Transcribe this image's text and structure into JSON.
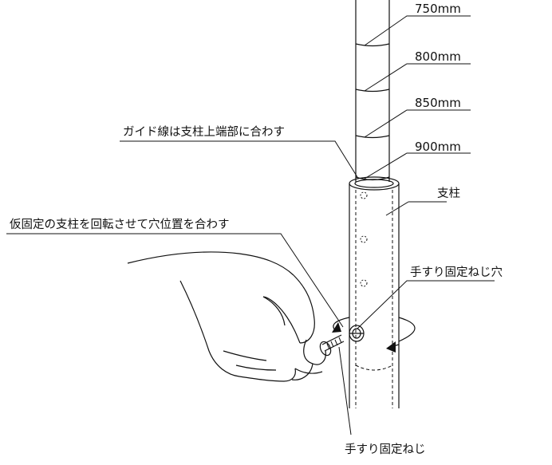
{
  "labels": {
    "mark_750": "750mm",
    "mark_800": "800mm",
    "mark_850": "850mm",
    "mark_900": "900mm",
    "guide_line": "ガイド線は支柱上端部に合わす",
    "post": "支柱",
    "rotate_instruction": "仮固定の支柱を回転させて穴位置を合わす",
    "screw_hole": "手すり固定ねじ穴",
    "screw": "手すり固定ねじ"
  },
  "colors": {
    "line": "#111111",
    "background": "#ffffff"
  }
}
